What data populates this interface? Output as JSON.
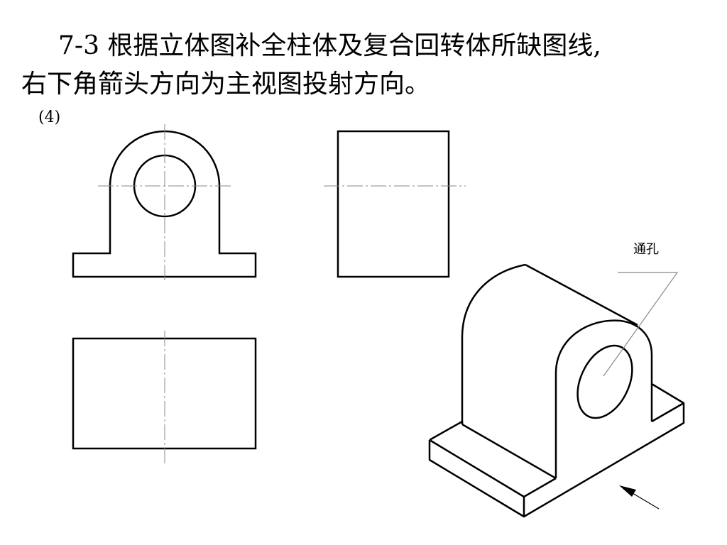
{
  "title": {
    "line1": "7-3  根据立体图补全柱体及复合回转体所缺图线,",
    "line2": "右下角箭头方向为主视图投射方向。"
  },
  "part_label": "(4)",
  "callout": {
    "label": "通孔"
  },
  "colors": {
    "line": "#000000",
    "centerline": "#888888",
    "background": "#ffffff"
  }
}
